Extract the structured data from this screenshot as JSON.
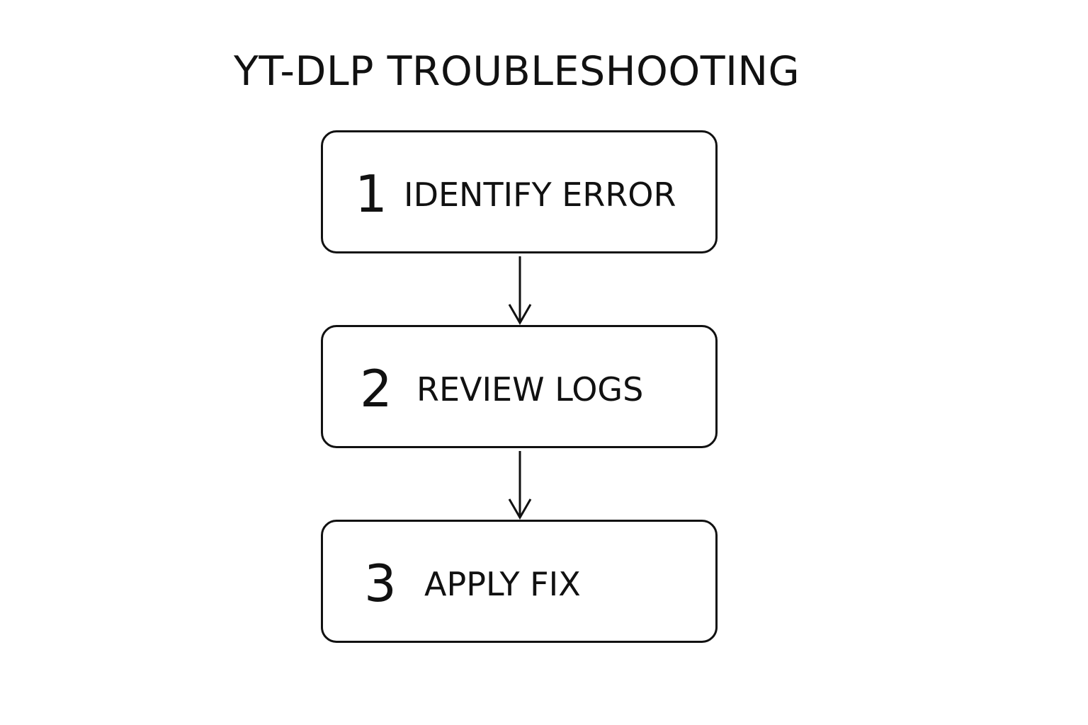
{
  "title": "YT-DLP TROUBLESHOOTING",
  "steps": [
    {
      "number": "1",
      "label": "IDENTIFY ERROR"
    },
    {
      "number": "2",
      "label": "REVIEW LOGS"
    },
    {
      "number": "3",
      "label": "APPLY FIX"
    }
  ],
  "colors": {
    "stroke": "#111111",
    "background": "#ffffff"
  }
}
